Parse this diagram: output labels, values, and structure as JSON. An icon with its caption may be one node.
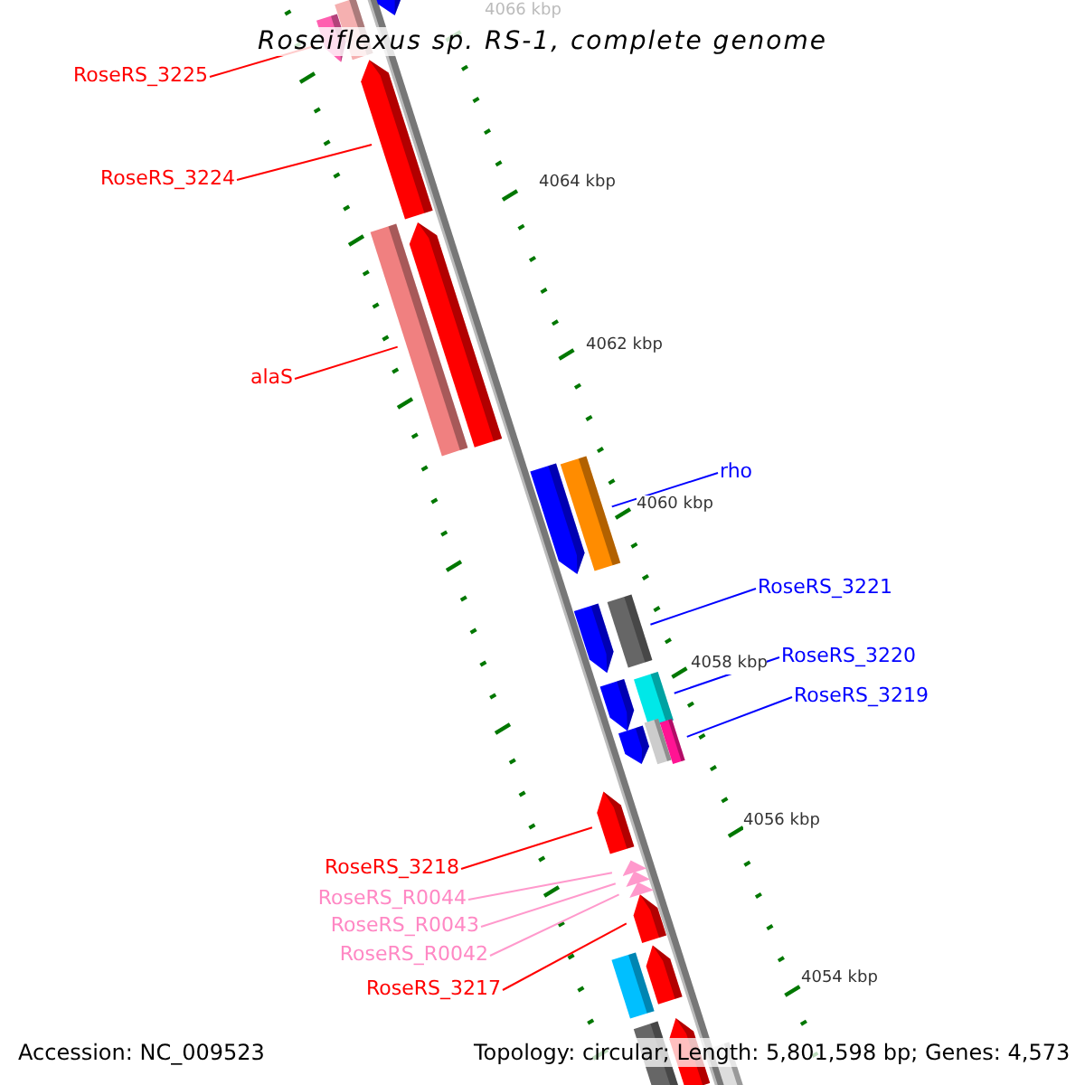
{
  "diagram": {
    "title": "Roseiflexus sp. RS-1, complete genome",
    "nodes": [
      {
        "text": [
          "RoseRS_3225"
        ]
      },
      {
        "text": [
          "RoseRS_3224"
        ]
      },
      {
        "text": [
          "alaS"
        ]
      },
      {
        "text": [
          "rho"
        ]
      },
      {
        "text": [
          "RoseRS_3221"
        ]
      },
      {
        "text": [
          "RoseRS_3220"
        ]
      },
      {
        "text": [
          "RoseRS_3219"
        ]
      },
      {
        "text": [
          "RoseRS_3218"
        ]
      },
      {
        "text": [
          "RoseRS_R0044"
        ]
      },
      {
        "text": [
          "RoseRS_R0043"
        ]
      },
      {
        "text": [
          "RoseRS_R0042"
        ]
      },
      {
        "text": [
          "RoseRS_3217"
        ]
      }
    ],
    "edges": [
      {
        "from": 0,
        "to": null,
        "arrow": "none",
        "color": "#ff0000"
      },
      {
        "from": 1,
        "to": null,
        "arrow": "none",
        "color": "#ff0000"
      },
      {
        "from": 2,
        "to": null,
        "arrow": "none",
        "color": "#ff0000"
      },
      {
        "from": 3,
        "to": null,
        "arrow": "none",
        "color": "#0000ff"
      },
      {
        "from": 4,
        "to": null,
        "arrow": "none",
        "color": "#0000ff"
      },
      {
        "from": 5,
        "to": null,
        "arrow": "none",
        "color": "#0000ff"
      },
      {
        "from": 6,
        "to": null,
        "arrow": "none",
        "color": "#0000ff"
      },
      {
        "from": 7,
        "to": null,
        "arrow": "none",
        "color": "#ff0000"
      },
      {
        "from": 8,
        "to": null,
        "arrow": "none",
        "color": "#ff99cc"
      },
      {
        "from": 9,
        "to": null,
        "arrow": "none",
        "color": "#ff99cc"
      },
      {
        "from": 10,
        "to": null,
        "arrow": "none",
        "color": "#ff99cc"
      },
      {
        "from": 11,
        "to": null,
        "arrow": "none",
        "color": "#ff0000"
      }
    ],
    "labels": [
      "4066 kbp",
      "4064 kbp",
      "4062 kbp",
      "4060 kbp",
      "4058 kbp",
      "4056 kbp",
      "4054 kbp",
      "Accession: NC_009523",
      "Topology: circular; Length: 5,801,598 bp; Genes: 4,573"
    ]
  }
}
